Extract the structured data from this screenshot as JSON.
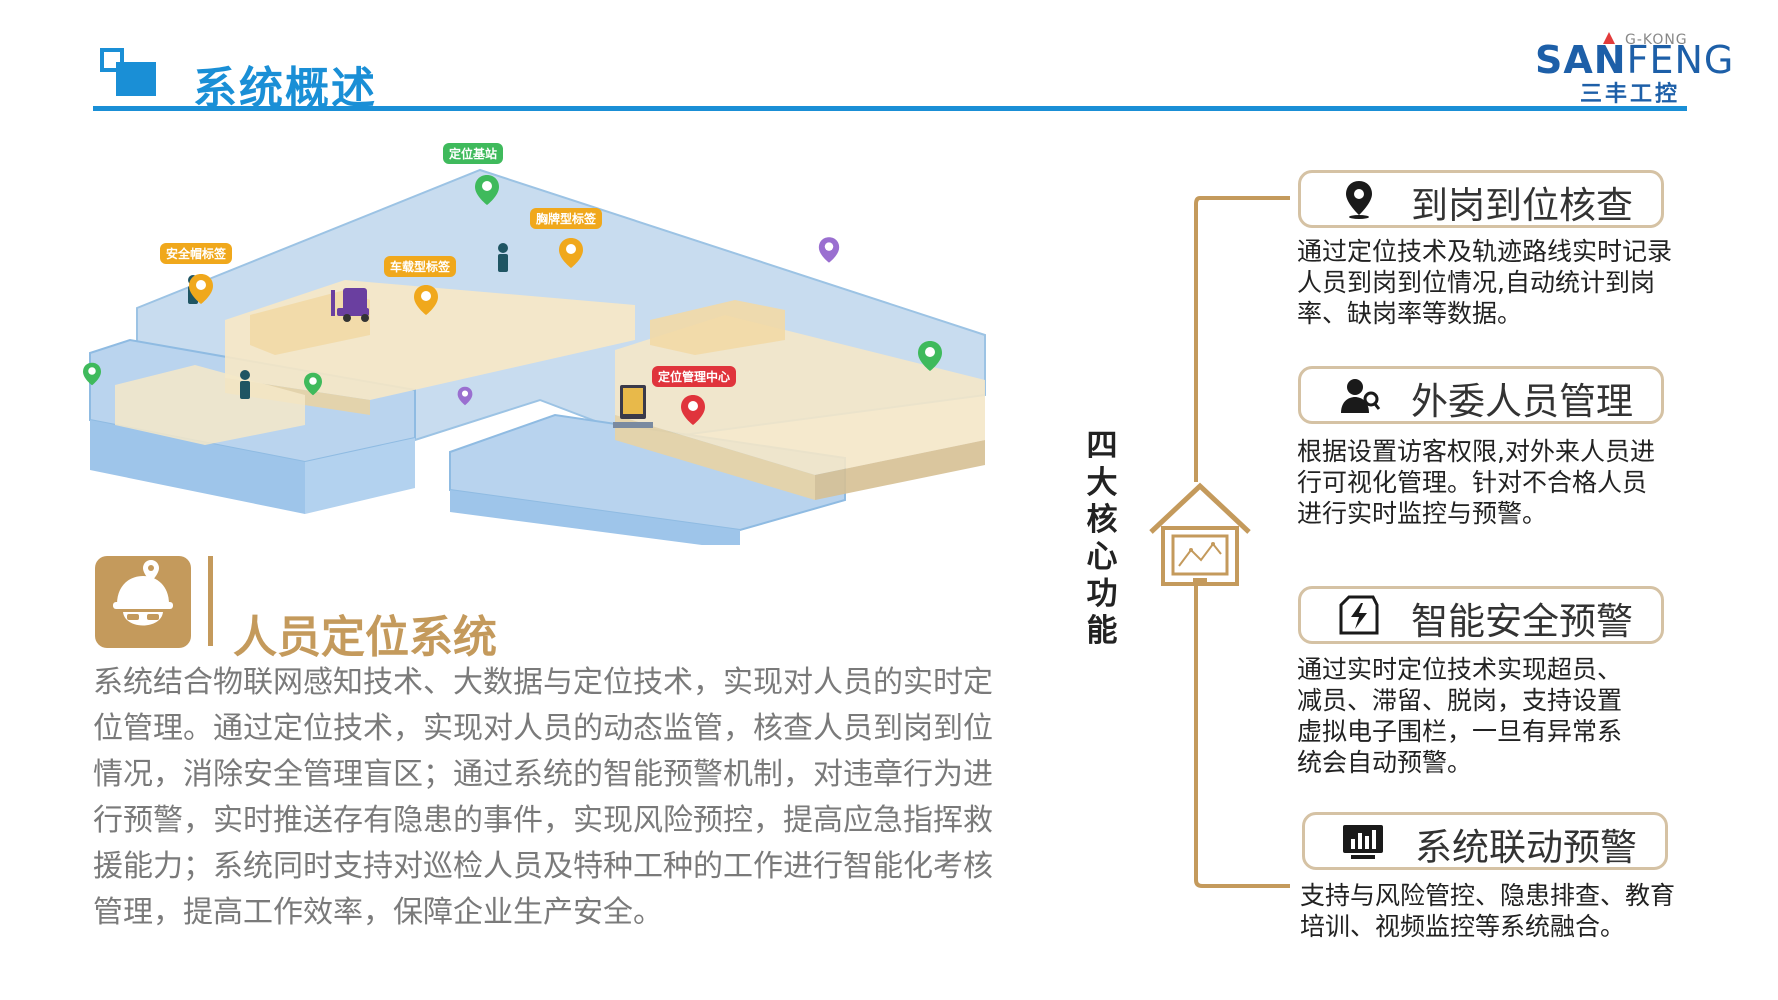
{
  "header": {
    "title": "系统概述",
    "logo_gkong": "G-KONG",
    "logo_san": "SAN",
    "logo_feng": "FENG",
    "logo_cn": "三丰工控"
  },
  "map": {
    "labels": {
      "base_station": "定位基站",
      "helmet_tag": "安全帽标签",
      "vehicle_tag": "车载型标签",
      "badge_tag": "胸牌型标签",
      "control_center": "定位管理中心"
    }
  },
  "system": {
    "title": "人员定位系统",
    "description": "系统结合物联网感知技术、大数据与定位技术，实现对人员的实时定位管理。通过定位技术，实现对人员的动态监管，核查人员到岗到位情况，消除安全管理盲区；通过系统的智能预警机制，对违章行为进行预警，实时推送存有隐患的事件，实现风险预控，提高应急指挥救援能力；系统同时支持对巡检人员及特种工种的工作进行智能化考核管理，提高工作效率，保障企业生产安全。"
  },
  "core": {
    "label": "四大核心功能",
    "features": [
      {
        "title": "到岗到位核查",
        "icon": "location-pin-icon",
        "desc": "通过定位技术及轨迹路线实时记录人员到岗到位情况,自动统计到岗率、缺岗率等数据。"
      },
      {
        "title": "外委人员管理",
        "icon": "person-search-icon",
        "desc": "根据设置访客权限,对外来人员进行可视化管理。针对不合格人员进行实时监控与预警。"
      },
      {
        "title": "智能安全预警",
        "icon": "lightning-shield-icon",
        "desc": "通过实时定位技术实现超员、减员、滞留、脱岗，支持设置虚拟电子围栏，一旦有异常系统会自动预警。"
      },
      {
        "title": "系统联动预警",
        "icon": "monitor-chart-icon",
        "desc": "支持与风险管控、隐患排查、教育培训、视频监控等系统融合。"
      }
    ]
  },
  "colors": {
    "accent_blue": "#1a8fd6",
    "gold": "#c49a5c",
    "box_border": "#d5c2a4"
  }
}
